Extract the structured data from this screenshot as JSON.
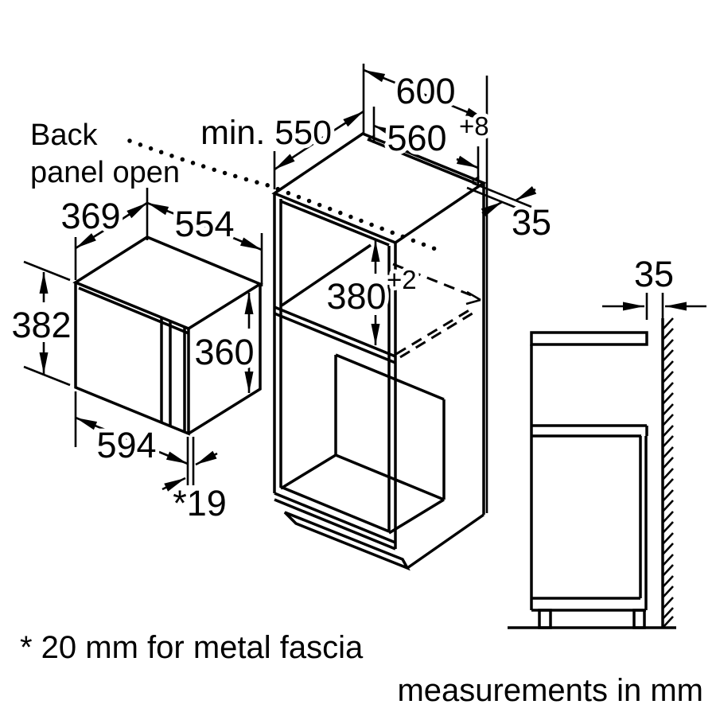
{
  "diagram": {
    "title_hint": "built-in microwave installation drawing",
    "colors": {
      "line": "#000000",
      "background": "#ffffff"
    },
    "labels": {
      "back_panel_open_line1": "Back",
      "back_panel_open_line2": "panel open",
      "min_niche_depth": "min. 550",
      "cabinet_width": "600",
      "niche_width": "560",
      "niche_width_tolerance": "+8",
      "wall_gap_iso": "35",
      "appliance_depth": "369",
      "appliance_top_width": "554",
      "appliance_overall_height": "382",
      "appliance_side_height": "360",
      "niche_height": "380",
      "niche_height_tolerance": "+2",
      "appliance_width": "594",
      "door_projection": "*19",
      "wall_gap_side": "35",
      "footnote": "* 20 mm for metal fascia",
      "units_note": "measurements in mm"
    }
  }
}
